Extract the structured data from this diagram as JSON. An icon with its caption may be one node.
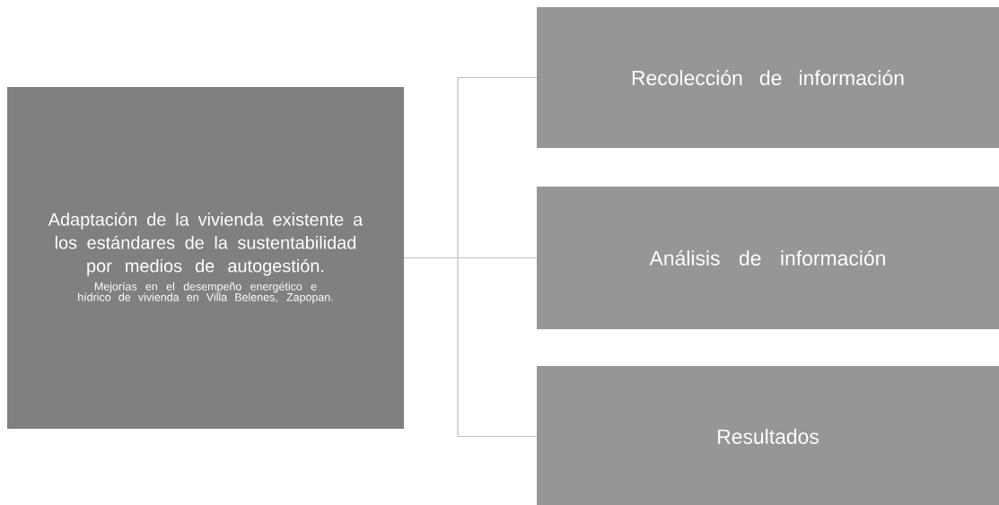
{
  "diagram": {
    "nodes": [
      {
        "text": [
          "Adaptación de la vivienda existente a los estándares de la sustentabilidad por medios de autogestión.",
          "Mejorías en el desempeño energético e hídrico de vivienda en Villa Belenes, Zapopan."
        ]
      },
      {
        "text": [
          "Recolección de información"
        ]
      },
      {
        "text": [
          "Análisis de información"
        ]
      },
      {
        "text": [
          "Resultados"
        ]
      }
    ],
    "edges": [
      {
        "from": 0,
        "to": 1,
        "arrow": "none"
      },
      {
        "from": 0,
        "to": 2,
        "arrow": "none"
      },
      {
        "from": 0,
        "to": 3,
        "arrow": "none"
      }
    ]
  }
}
